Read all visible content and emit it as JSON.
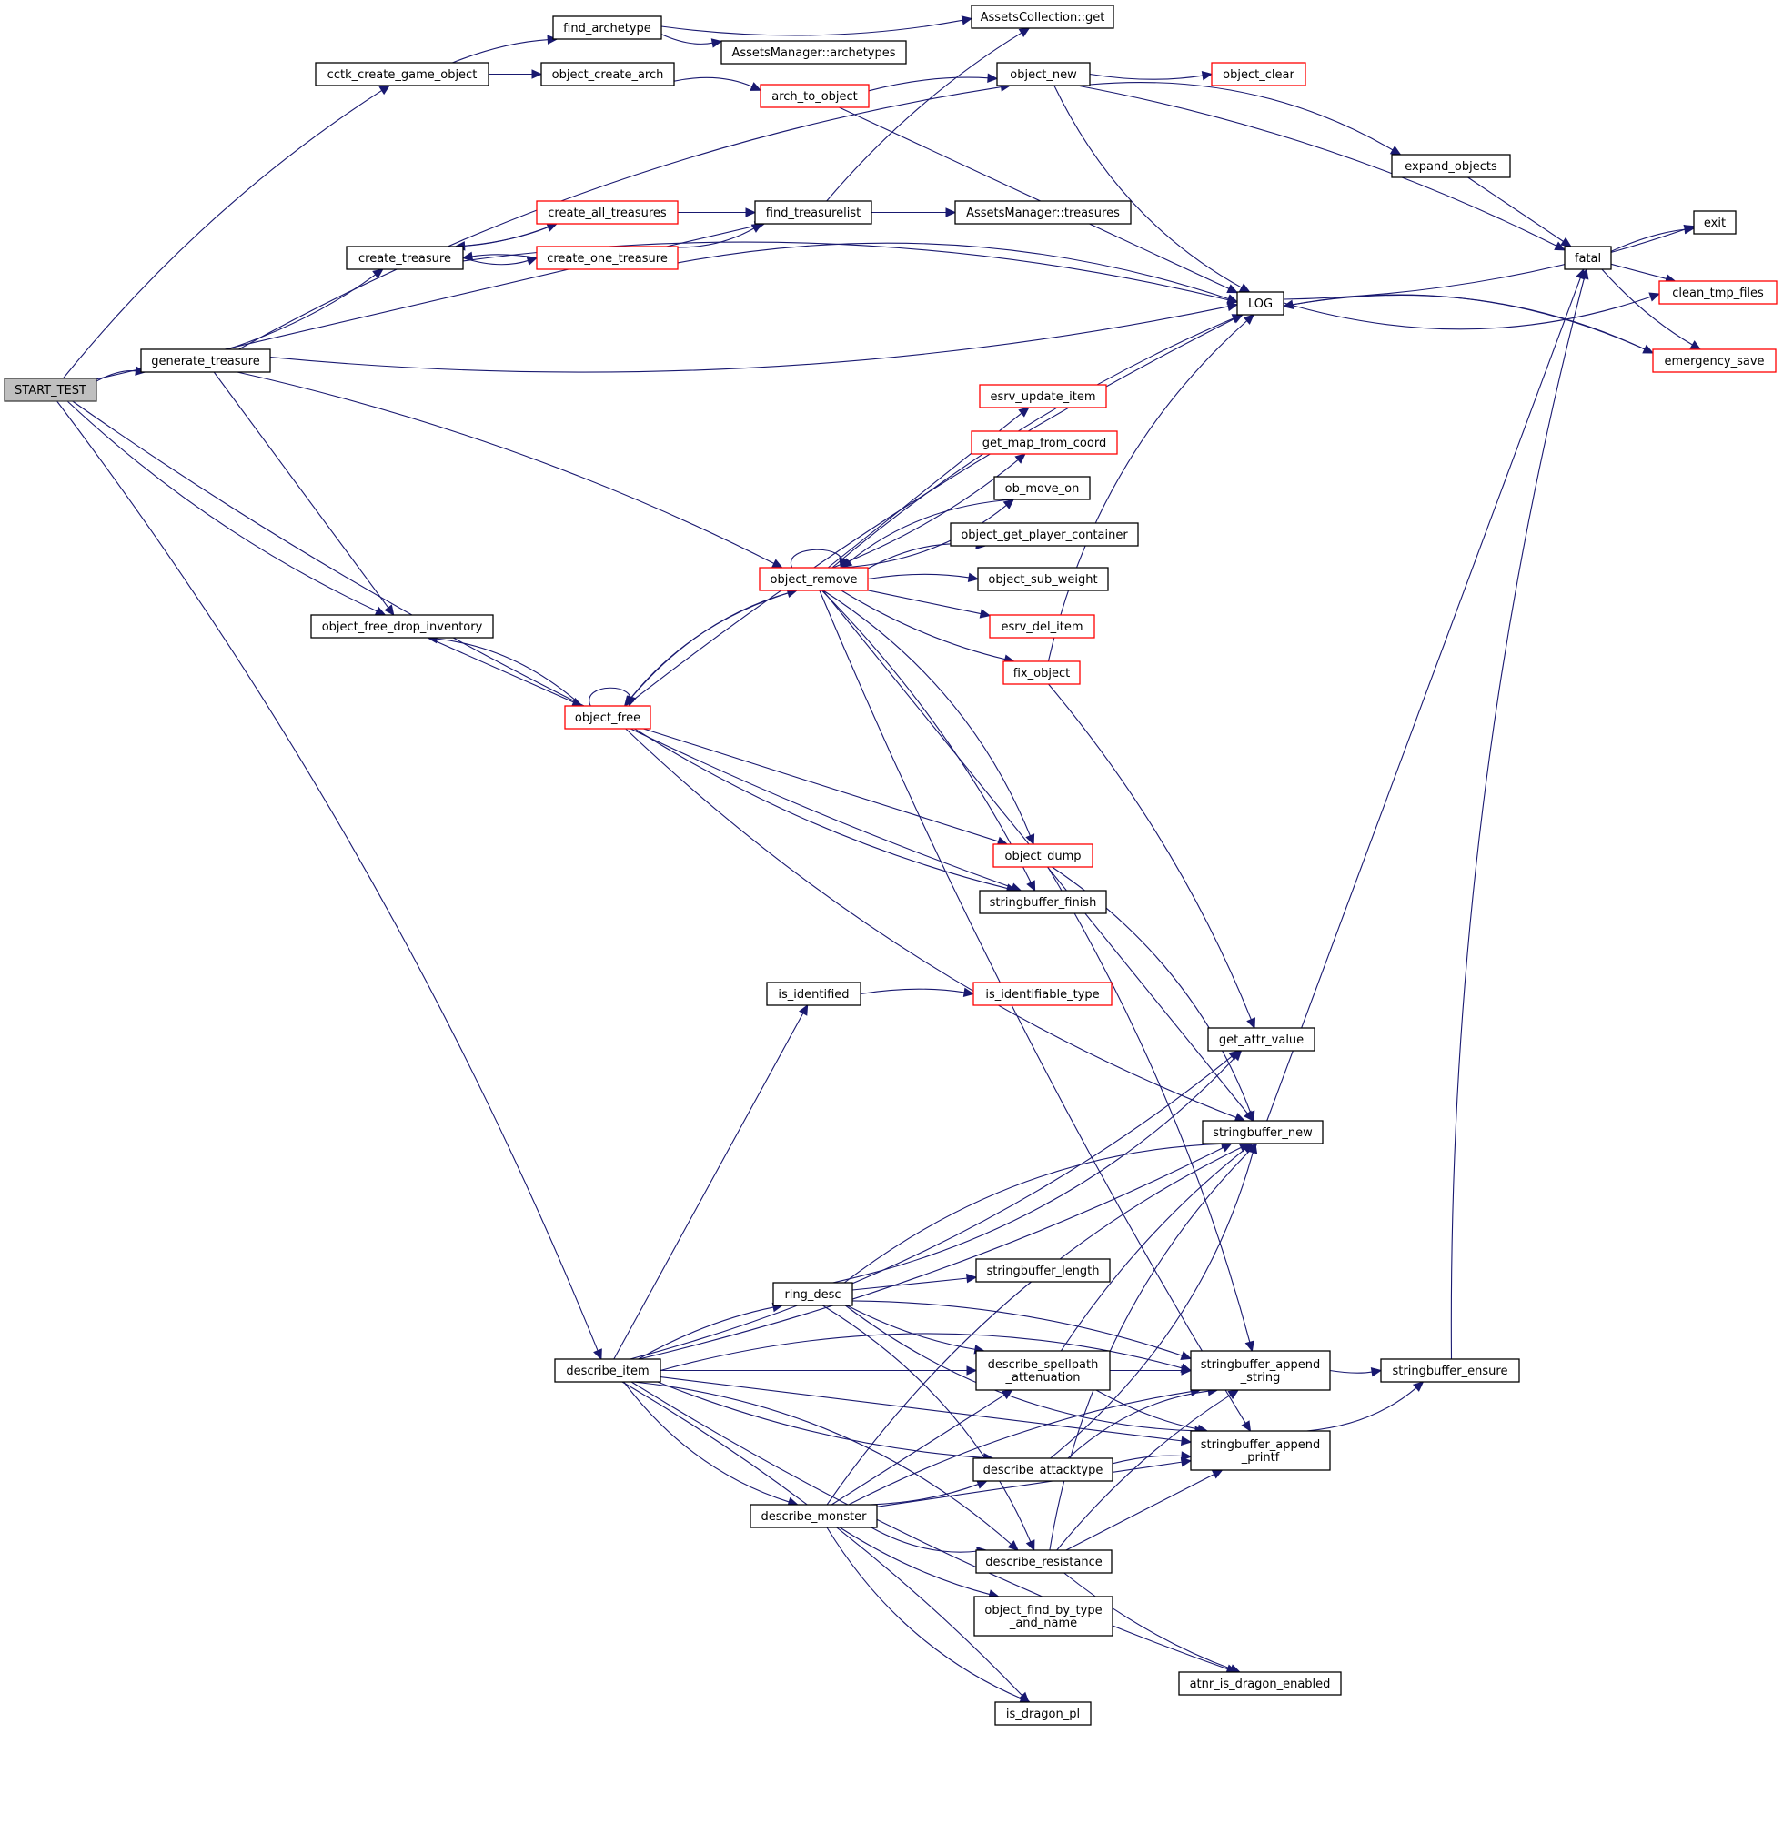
{
  "diagram": {
    "type": "call-graph",
    "colors": {
      "edge": "#191970",
      "node_border": "#000000",
      "truncated_node_border": "#ff0000",
      "root_fill": "#bfbfbf",
      "node_fill": "#ffffff"
    },
    "nodes": [
      {
        "id": "START_TEST",
        "label": [
          "START_TEST"
        ],
        "root": true
      },
      {
        "id": "generate_treasure",
        "label": [
          "generate_treasure"
        ]
      },
      {
        "id": "cctk_create_game_object",
        "label": [
          "cctk_create_game_object"
        ]
      },
      {
        "id": "find_archetype",
        "label": [
          "find_archetype"
        ]
      },
      {
        "id": "AssetsManager_archetypes",
        "label": [
          "AssetsManager::archetypes"
        ]
      },
      {
        "id": "object_create_arch",
        "label": [
          "object_create_arch"
        ]
      },
      {
        "id": "AssetsCollection_get",
        "label": [
          "AssetsCollection::get"
        ]
      },
      {
        "id": "arch_to_object",
        "label": [
          "arch_to_object"
        ],
        "truncated": true
      },
      {
        "id": "object_new",
        "label": [
          "object_new"
        ]
      },
      {
        "id": "object_clear",
        "label": [
          "object_clear"
        ],
        "truncated": true
      },
      {
        "id": "expand_objects",
        "label": [
          "expand_objects"
        ]
      },
      {
        "id": "find_treasurelist",
        "label": [
          "find_treasurelist"
        ]
      },
      {
        "id": "AssetsManager_treasures",
        "label": [
          "AssetsManager::treasures"
        ]
      },
      {
        "id": "create_all_treasures",
        "label": [
          "create_all_treasures"
        ],
        "truncated": true
      },
      {
        "id": "create_treasure",
        "label": [
          "create_treasure"
        ]
      },
      {
        "id": "create_one_treasure",
        "label": [
          "create_one_treasure"
        ],
        "truncated": true
      },
      {
        "id": "LOG",
        "label": [
          "LOG"
        ]
      },
      {
        "id": "fatal",
        "label": [
          "fatal"
        ]
      },
      {
        "id": "exit",
        "label": [
          "exit"
        ]
      },
      {
        "id": "clean_tmp_files",
        "label": [
          "clean_tmp_files"
        ],
        "truncated": true
      },
      {
        "id": "emergency_save",
        "label": [
          "emergency_save"
        ],
        "truncated": true
      },
      {
        "id": "esrv_update_item",
        "label": [
          "esrv_update_item"
        ],
        "truncated": true
      },
      {
        "id": "get_map_from_coord",
        "label": [
          "get_map_from_coord"
        ],
        "truncated": true
      },
      {
        "id": "ob_move_on",
        "label": [
          "ob_move_on"
        ]
      },
      {
        "id": "object_get_player_container",
        "label": [
          "object_get_player_container"
        ]
      },
      {
        "id": "object_sub_weight",
        "label": [
          "object_sub_weight"
        ]
      },
      {
        "id": "esrv_del_item",
        "label": [
          "esrv_del_item"
        ],
        "truncated": true
      },
      {
        "id": "fix_object",
        "label": [
          "fix_object"
        ],
        "truncated": true
      },
      {
        "id": "object_remove",
        "label": [
          "object_remove"
        ],
        "truncated": true
      },
      {
        "id": "object_free_drop_inventory",
        "label": [
          "object_free_drop_inventory"
        ]
      },
      {
        "id": "object_free",
        "label": [
          "object_free"
        ],
        "truncated": true
      },
      {
        "id": "object_dump",
        "label": [
          "object_dump"
        ],
        "truncated": true
      },
      {
        "id": "stringbuffer_finish",
        "label": [
          "stringbuffer_finish"
        ]
      },
      {
        "id": "is_identified",
        "label": [
          "is_identified"
        ]
      },
      {
        "id": "is_identifiable_type",
        "label": [
          "is_identifiable_type"
        ],
        "truncated": true
      },
      {
        "id": "get_attr_value",
        "label": [
          "get_attr_value"
        ]
      },
      {
        "id": "stringbuffer_new",
        "label": [
          "stringbuffer_new"
        ]
      },
      {
        "id": "ring_desc",
        "label": [
          "ring_desc"
        ]
      },
      {
        "id": "stringbuffer_length",
        "label": [
          "stringbuffer_length"
        ]
      },
      {
        "id": "describe_spellpath_attenuation",
        "label": [
          "describe_spellpath",
          "_attenuation"
        ]
      },
      {
        "id": "stringbuffer_append_string",
        "label": [
          "stringbuffer_append",
          "_string"
        ]
      },
      {
        "id": "stringbuffer_ensure",
        "label": [
          "stringbuffer_ensure"
        ]
      },
      {
        "id": "describe_item",
        "label": [
          "describe_item"
        ]
      },
      {
        "id": "stringbuffer_append_printf",
        "label": [
          "stringbuffer_append",
          "_printf"
        ]
      },
      {
        "id": "describe_attacktype",
        "label": [
          "describe_attacktype"
        ]
      },
      {
        "id": "describe_monster",
        "label": [
          "describe_monster"
        ]
      },
      {
        "id": "describe_resistance",
        "label": [
          "describe_resistance"
        ]
      },
      {
        "id": "object_find_by_type_and_name",
        "label": [
          "object_find_by_type",
          "_and_name"
        ]
      },
      {
        "id": "atnr_is_dragon_enabled",
        "label": [
          "atnr_is_dragon_enabled"
        ]
      },
      {
        "id": "is_dragon_pl",
        "label": [
          "is_dragon_pl"
        ]
      }
    ],
    "edges": [
      [
        "START_TEST",
        "generate_treasure"
      ],
      [
        "START_TEST",
        "cctk_create_game_object"
      ],
      [
        "START_TEST",
        "find_treasurelist"
      ],
      [
        "START_TEST",
        "object_free_drop_inventory"
      ],
      [
        "START_TEST",
        "stringbuffer_finish"
      ],
      [
        "START_TEST",
        "describe_item"
      ],
      [
        "cctk_create_game_object",
        "find_archetype"
      ],
      [
        "cctk_create_game_object",
        "object_create_arch"
      ],
      [
        "find_archetype",
        "AssetsCollection_get"
      ],
      [
        "find_archetype",
        "AssetsManager_archetypes"
      ],
      [
        "object_create_arch",
        "arch_to_object"
      ],
      [
        "arch_to_object",
        "object_new"
      ],
      [
        "arch_to_object",
        "LOG"
      ],
      [
        "object_new",
        "object_clear"
      ],
      [
        "object_new",
        "LOG"
      ],
      [
        "object_new",
        "expand_objects"
      ],
      [
        "object_new",
        "fatal"
      ],
      [
        "expand_objects",
        "fatal"
      ],
      [
        "generate_treasure",
        "create_treasure"
      ],
      [
        "generate_treasure",
        "LOG"
      ],
      [
        "generate_treasure",
        "object_new"
      ],
      [
        "generate_treasure",
        "object_remove"
      ],
      [
        "generate_treasure",
        "object_free_drop_inventory"
      ],
      [
        "create_treasure",
        "create_all_treasures"
      ],
      [
        "create_treasure",
        "create_one_treasure"
      ],
      [
        "create_treasure",
        "LOG"
      ],
      [
        "create_all_treasures",
        "create_treasure"
      ],
      [
        "create_all_treasures",
        "find_treasurelist"
      ],
      [
        "create_one_treasure",
        "create_treasure"
      ],
      [
        "create_one_treasure",
        "find_treasurelist"
      ],
      [
        "create_one_treasure",
        "LOG"
      ],
      [
        "find_treasurelist",
        "AssetsCollection_get"
      ],
      [
        "find_treasurelist",
        "AssetsManager_treasures"
      ],
      [
        "LOG",
        "exit"
      ],
      [
        "LOG",
        "clean_tmp_files"
      ],
      [
        "LOG",
        "emergency_save"
      ],
      [
        "fatal",
        "exit"
      ],
      [
        "fatal",
        "clean_tmp_files"
      ],
      [
        "fatal",
        "emergency_save"
      ],
      [
        "emergency_save",
        "LOG"
      ],
      [
        "object_remove",
        "object_remove"
      ],
      [
        "object_remove",
        "LOG"
      ],
      [
        "object_remove",
        "esrv_update_item"
      ],
      [
        "object_remove",
        "get_map_from_coord"
      ],
      [
        "object_remove",
        "ob_move_on"
      ],
      [
        "object_remove",
        "object_get_player_container"
      ],
      [
        "object_remove",
        "object_sub_weight"
      ],
      [
        "object_remove",
        "esrv_del_item"
      ],
      [
        "object_remove",
        "fix_object"
      ],
      [
        "object_remove",
        "object_free"
      ],
      [
        "object_remove",
        "object_dump"
      ],
      [
        "object_remove",
        "stringbuffer_finish"
      ],
      [
        "object_remove",
        "stringbuffer_new"
      ],
      [
        "object_remove",
        "stringbuffer_append_printf"
      ],
      [
        "ob_move_on",
        "object_remove"
      ],
      [
        "fix_object",
        "LOG"
      ],
      [
        "fix_object",
        "get_attr_value"
      ],
      [
        "object_free_drop_inventory",
        "object_free"
      ],
      [
        "object_free",
        "object_free"
      ],
      [
        "object_free",
        "object_free_drop_inventory"
      ],
      [
        "object_free",
        "object_remove"
      ],
      [
        "object_free",
        "LOG"
      ],
      [
        "object_free",
        "object_dump"
      ],
      [
        "object_free",
        "stringbuffer_finish"
      ],
      [
        "object_free",
        "stringbuffer_new"
      ],
      [
        "object_dump",
        "stringbuffer_new"
      ],
      [
        "object_dump",
        "stringbuffer_append_string"
      ],
      [
        "stringbuffer_new",
        "fatal"
      ],
      [
        "stringbuffer_append_string",
        "stringbuffer_ensure"
      ],
      [
        "stringbuffer_append_printf",
        "stringbuffer_ensure"
      ],
      [
        "stringbuffer_ensure",
        "fatal"
      ],
      [
        "is_identified",
        "is_identifiable_type"
      ],
      [
        "describe_item",
        "is_identified"
      ],
      [
        "describe_item",
        "stringbuffer_new"
      ],
      [
        "describe_item",
        "get_attr_value"
      ],
      [
        "describe_item",
        "stringbuffer_append_string"
      ],
      [
        "describe_item",
        "ring_desc"
      ],
      [
        "describe_item",
        "describe_spellpath_attenuation"
      ],
      [
        "describe_item",
        "describe_attacktype"
      ],
      [
        "describe_item",
        "describe_monster"
      ],
      [
        "describe_item",
        "describe_resistance"
      ],
      [
        "describe_item",
        "is_dragon_pl"
      ],
      [
        "describe_item",
        "stringbuffer_append_printf"
      ],
      [
        "describe_item",
        "atnr_is_dragon_enabled"
      ],
      [
        "ring_desc",
        "get_attr_value"
      ],
      [
        "ring_desc",
        "stringbuffer_new"
      ],
      [
        "ring_desc",
        "stringbuffer_append_string"
      ],
      [
        "ring_desc",
        "stringbuffer_length"
      ],
      [
        "ring_desc",
        "describe_spellpath_attenuation"
      ],
      [
        "ring_desc",
        "stringbuffer_append_printf"
      ],
      [
        "ring_desc",
        "describe_resistance"
      ],
      [
        "describe_spellpath_attenuation",
        "stringbuffer_new"
      ],
      [
        "describe_spellpath_attenuation",
        "stringbuffer_append_string"
      ],
      [
        "describe_spellpath_attenuation",
        "stringbuffer_append_printf"
      ],
      [
        "describe_attacktype",
        "stringbuffer_new"
      ],
      [
        "describe_attacktype",
        "stringbuffer_append_string"
      ],
      [
        "describe_attacktype",
        "stringbuffer_append_printf"
      ],
      [
        "describe_monster",
        "describe_spellpath_attenuation"
      ],
      [
        "describe_monster",
        "describe_attacktype"
      ],
      [
        "describe_monster",
        "describe_resistance"
      ],
      [
        "describe_monster",
        "stringbuffer_new"
      ],
      [
        "describe_monster",
        "stringbuffer_append_string"
      ],
      [
        "describe_monster",
        "stringbuffer_append_printf"
      ],
      [
        "describe_monster",
        "object_find_by_type_and_name"
      ],
      [
        "describe_monster",
        "is_dragon_pl"
      ],
      [
        "describe_resistance",
        "stringbuffer_new"
      ],
      [
        "describe_resistance",
        "stringbuffer_append_string"
      ],
      [
        "describe_resistance",
        "stringbuffer_append_printf"
      ],
      [
        "describe_resistance",
        "atnr_is_dragon_enabled"
      ]
    ]
  }
}
